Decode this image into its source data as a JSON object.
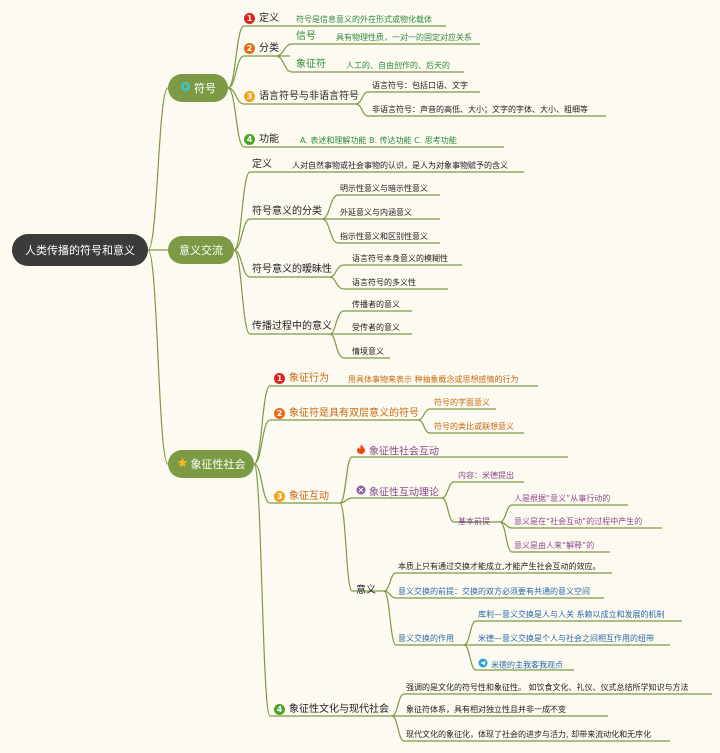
{
  "root": "人类传播的符号和意义",
  "symbol": {
    "title": "符号",
    "def_label": "定义",
    "def_text": "符号是信息意义的外在形式或物化载体",
    "cls_label": "分类",
    "signal_label": "信号",
    "signal_text": "具有物理性质，一对一的固定对应关系",
    "sym_label": "象征符",
    "sym_text": "人工的、自由创作的、后天的",
    "lang_label": "语言符号与非语言符号",
    "lang_a": "语言符号：包括口语、文字",
    "lang_b": "非语言符号：声音的高低、大小；文字的字体、大小、粗细等",
    "func_label": "功能",
    "func_text": "A. 表述和理解功能   B. 传达功能   C. 思考功能"
  },
  "meaning": {
    "title": "意义交流",
    "def_label": "定义",
    "def_text": "人对自然事物或社会事物的认识，是人为对象事物赋予的含义",
    "class_label": "符号意义的分类",
    "class_a": "明示性意义与暗示性意义",
    "class_b": "外延意义与内涵意义",
    "class_c": "指示性意义和区别性意义",
    "amb_label": "符号意义的暧昧性",
    "amb_a": "语言符号本身意义的模糊性",
    "amb_b": "语言符号的多义性",
    "proc_label": "传播过程中的意义",
    "proc_a": "传播者的意义",
    "proc_b": "受传者的意义",
    "proc_c": "情境意义"
  },
  "society": {
    "title": "象征性社会",
    "act_label": "象征行为",
    "act_text": "用具体事物来表示   种抽象概念或思想感情的行为",
    "dual_label": "象征符是具有双层意义的符号",
    "dual_a": "符号的字面意义",
    "dual_b": "符号的类比或联想意义",
    "inter_label": "象征互动",
    "inter_sub1": "象征性社会互动",
    "inter_sub2": "象征性互动理论",
    "content_text": "内容：米德提出",
    "basic_label": "基本前提",
    "basic_a": "人是根据“意义”从事行动的",
    "basic_b": "意义是在“社会互动”的过程中产生的",
    "basic_c": "意义是由人来“解释”的",
    "sig_label": "意义",
    "sig_a": "本质上只有通过交换才能成立,才能产生社会互动的效应。",
    "sig_b": "意义交换的前提：交换的双方必须要有共通的意义空间",
    "sig_c_label": "意义交换的作用",
    "sig_c1": "库利—意义交换是人与人关 系赖以成立和发展的机制",
    "sig_c2": "米德—意义交换是个人与社会之间相互作用的纽带",
    "sig_c3": "米德的主我客我观点",
    "modern_label": "象征性文化与现代社会",
    "modern_a": "强调的是文化的符号性和象征性。 如饮食文化、礼仪、仪式总结所学知识与方法",
    "modern_b": "象征符体系，具有相对独立性且并非一成不变",
    "modern_c": "现代文化的象征化，体现了社会的进步与活力, 却带来流动化和无序化"
  },
  "numbers": [
    "1",
    "2",
    "3",
    "4"
  ],
  "colors": {
    "branch": "#7c9a44",
    "root": "#3b3b3b",
    "green_text": "#2f8a3a",
    "orange_text": "#c56a11",
    "bg": "#fdfaf1"
  },
  "icons": [
    "gear-icon",
    "star-icon",
    "flame-icon",
    "scissors-icon",
    "telegram-icon"
  ]
}
